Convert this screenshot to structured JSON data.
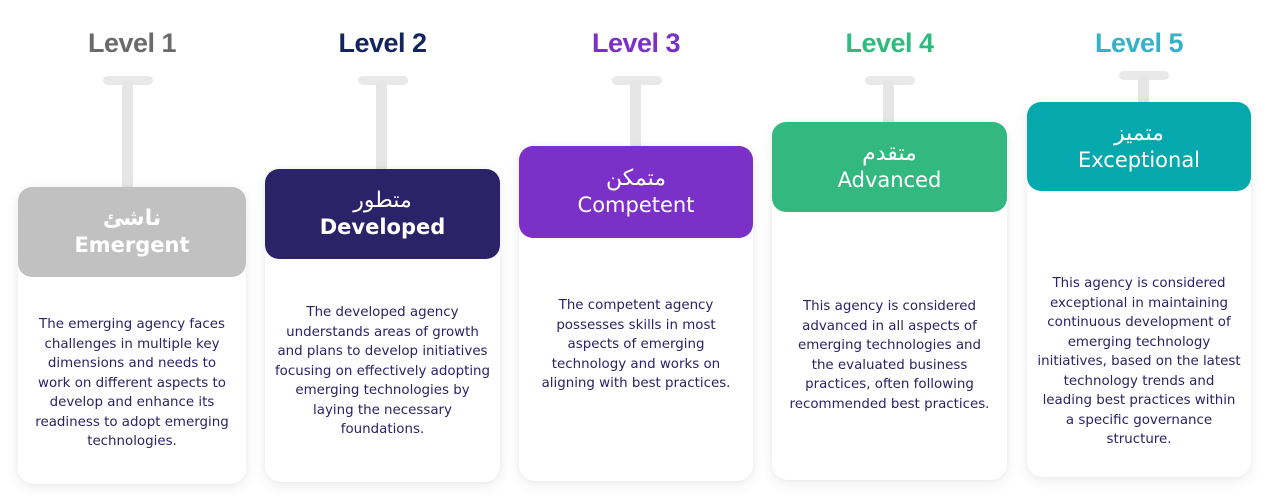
{
  "levels": [
    {
      "title": "Level 1",
      "title_color": "#6b6b6b",
      "arabic": "ناشئ",
      "english": "Emergent",
      "header_color": "#c1c1c1",
      "description": "The emerging agency faces challenges in multiple key dimensions and needs to work on different aspects to develop and enhance its readiness to adopt emerging technologies."
    },
    {
      "title": "Level 2",
      "title_color": "#14245e",
      "arabic": "متطور",
      "english": "Developed",
      "header_color": "#2b2268",
      "description": "The developed agency understands areas of growth and plans to develop initiatives focusing on effectively adopting emerging technologies by laying the necessary foundations."
    },
    {
      "title": "Level 3",
      "title_color": "#7b30c8",
      "arabic": "متمكن",
      "english": "Competent",
      "header_color": "#7b31c8",
      "description": "The competent agency possesses skills in most aspects of emerging technology and works on aligning with best practices."
    },
    {
      "title": "Level 4",
      "title_color": "#2ebb7e",
      "arabic": "متقدم",
      "english": "Advanced",
      "header_color": "#33b880",
      "description": "This agency is considered advanced in all aspects of emerging technologies and the evaluated business practices, often following recommended best practices."
    },
    {
      "title": "Level 5",
      "title_color": "#35b1c9",
      "arabic": "متميز",
      "english": "Exceptional",
      "header_color": "#05a9ad",
      "description": "This agency is considered exceptional in maintaining continuous development of emerging technology initiatives, based on the latest technology trends and leading best practices within a specific governance structure."
    }
  ]
}
